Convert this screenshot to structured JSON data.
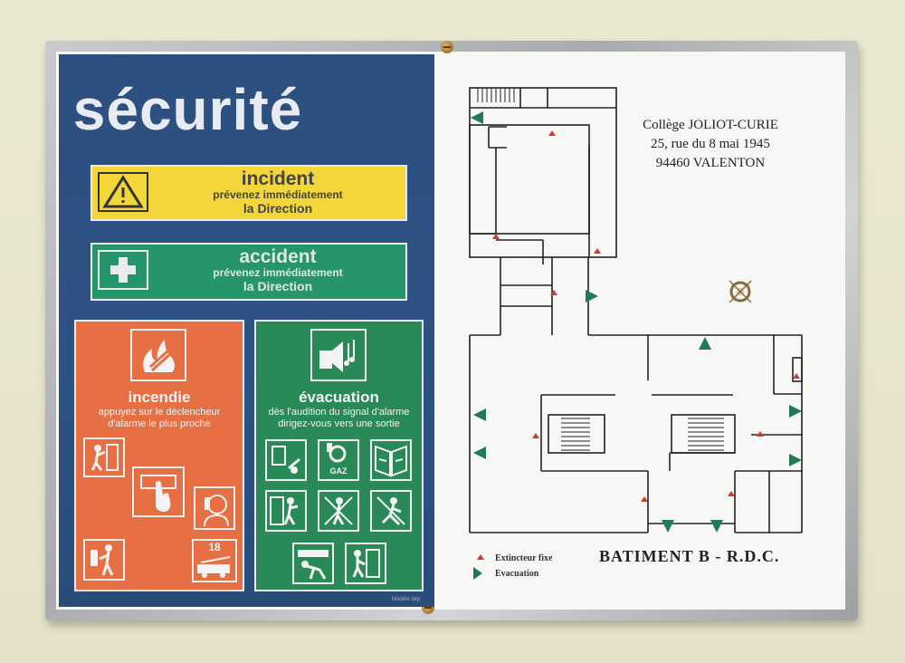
{
  "sign": {
    "title": "sécurité",
    "incident": {
      "heading": "incident",
      "line1": "prévenez immédiatement",
      "line2": "la Direction"
    },
    "accident": {
      "heading": "accident",
      "line1": "prévenez immédiatement",
      "line2": "la Direction"
    },
    "incendie": {
      "heading": "incendie",
      "line1": "appuyez sur le déclencheur",
      "line2": "d'alarme le plus proche"
    },
    "evacuation": {
      "heading": "évacuation",
      "line1": "dès l'audition du signal d'alarme",
      "line2": "dirigez-vous vers une sortie"
    },
    "phone_number": "18",
    "gaz_label": "GAZ",
    "model_text": "Modèle dép"
  },
  "plan": {
    "address_line1": "Collège JOLIOT-CURIE",
    "address_line2": "25, rue du 8 mai 1945",
    "address_line3": "94460 VALENTON",
    "building": "BATIMENT  B - R.D.C.",
    "legend_extinguisher": "Extincteur fixe",
    "legend_evacuation": "Evacuation"
  },
  "colors": {
    "navy": "#2c4f7f",
    "yellow": "#f3d63a",
    "green": "#27956b",
    "orange": "#e66f43",
    "evac_arrow": "#1f7a55",
    "extinguisher": "#d9362a"
  }
}
